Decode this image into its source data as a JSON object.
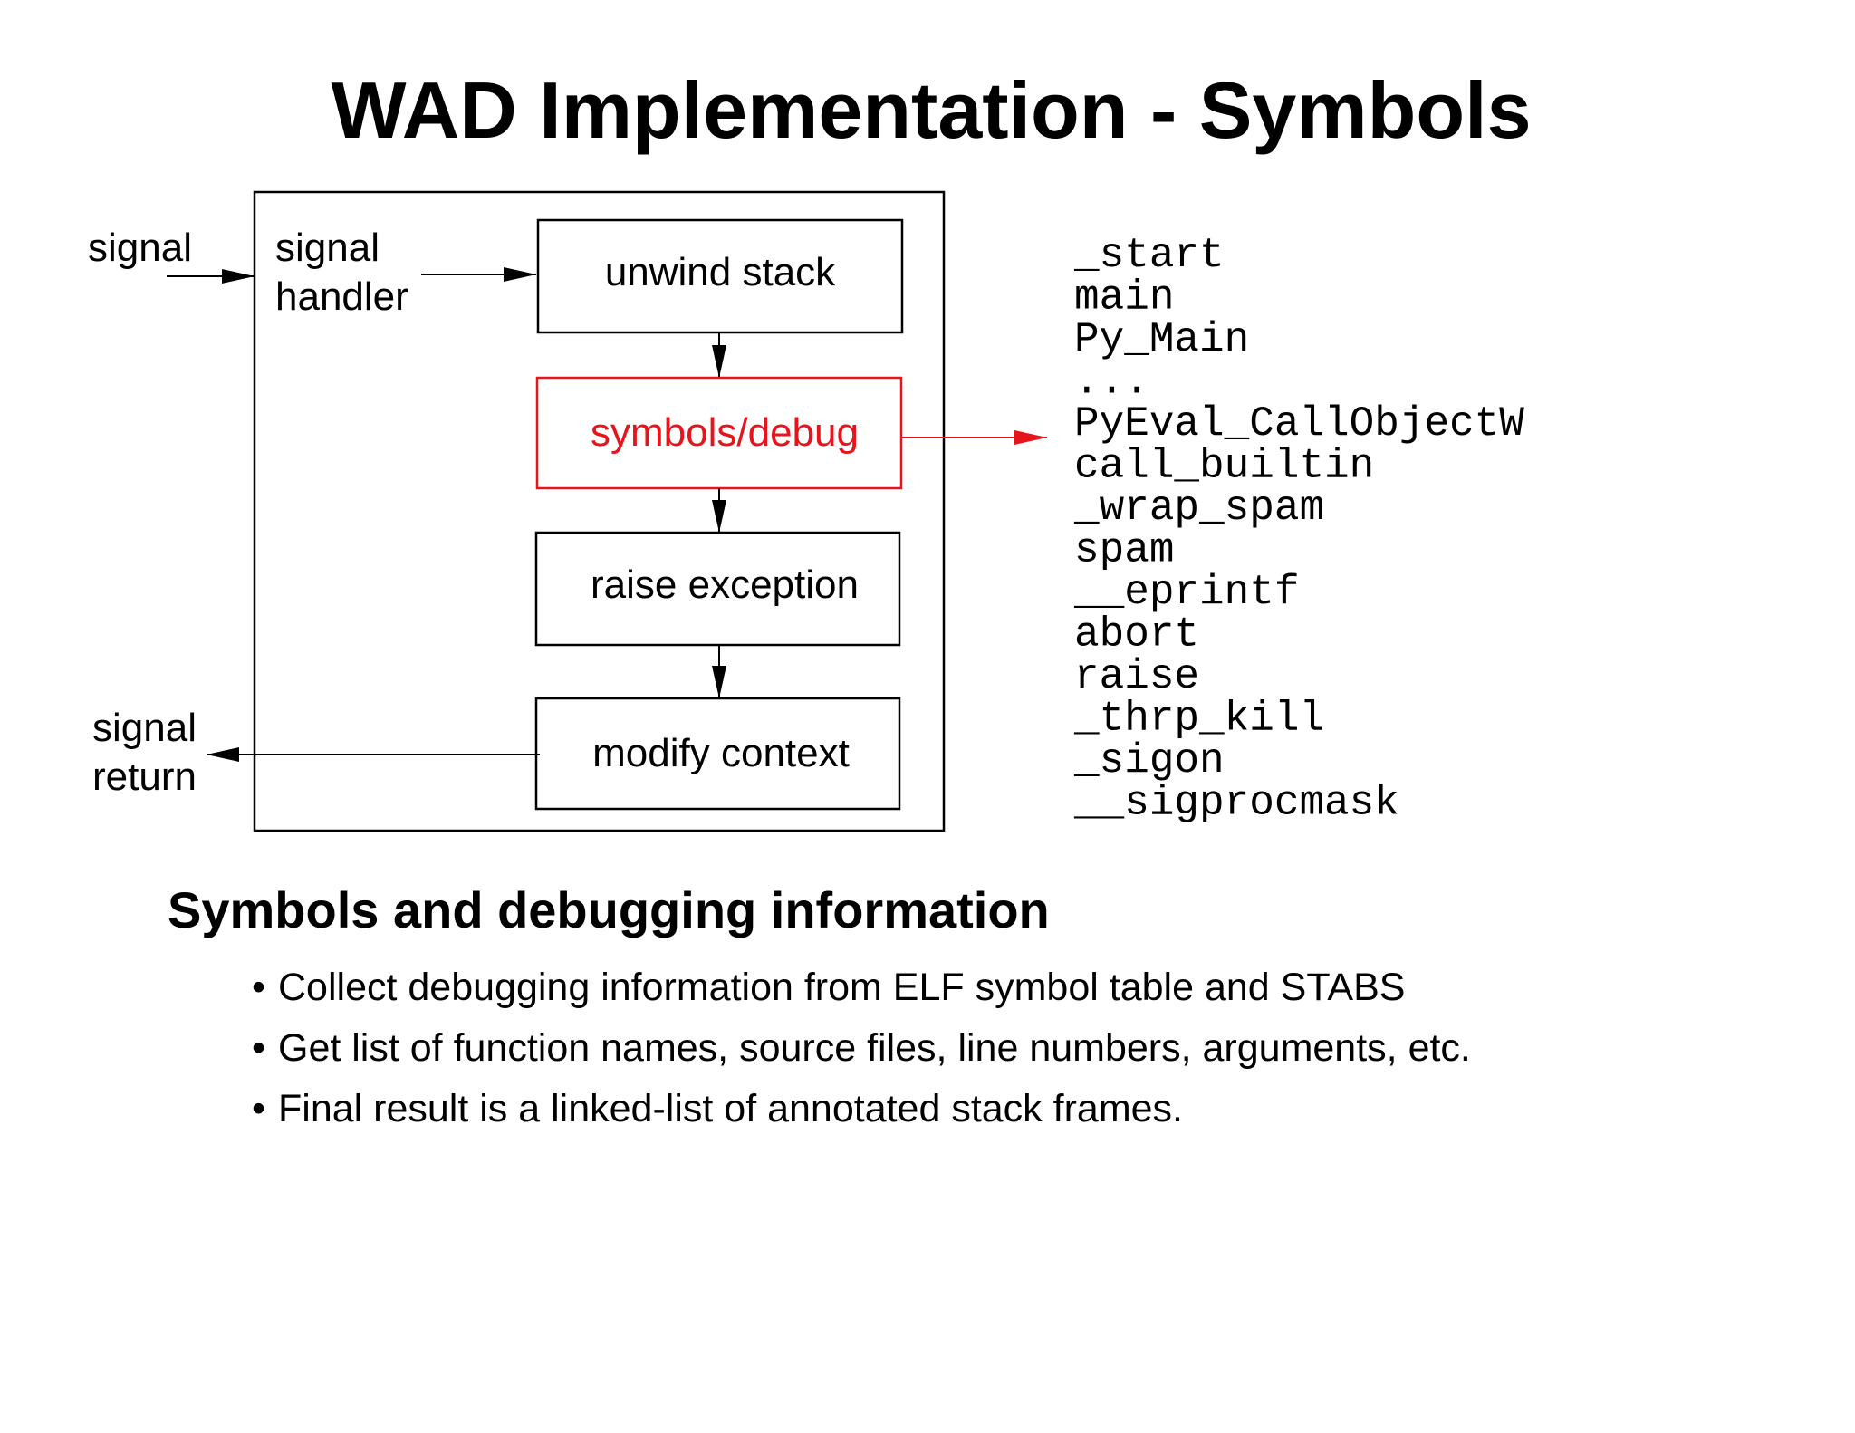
{
  "title": "WAD Implementation - Symbols",
  "diagram": {
    "signal_in": "signal",
    "handler_line1": "signal",
    "handler_line2": "handler",
    "boxes": [
      "unwind stack",
      "symbols/debug",
      "raise exception",
      "modify context"
    ],
    "signal_return_line1": "signal",
    "signal_return_line2": "return",
    "highlight_color": "#e8141b"
  },
  "symbols": [
    "_start",
    "main",
    "Py_Main",
    "...",
    "PyEval_CallObjectW",
    "call_builtin",
    "_wrap_spam",
    "spam",
    "__eprintf",
    "abort",
    "raise",
    "_thrp_kill",
    "_sigon",
    "__sigprocmask"
  ],
  "section": {
    "heading": "Symbols and debugging information",
    "bullets": [
      "Collect debugging information from ELF symbol table and STABS",
      "Get list of function names, source files, line numbers, arguments, etc.",
      "Final result is a linked-list of annotated stack frames."
    ]
  }
}
